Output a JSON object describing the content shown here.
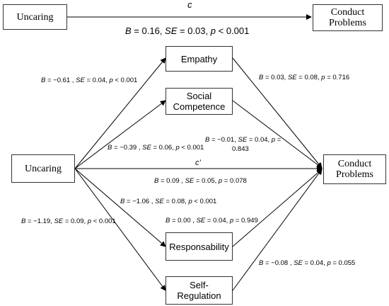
{
  "top": {
    "predictor": "Uncaring",
    "outcome_line1": "Conduct",
    "outcome_line2": "Problems",
    "path_label": "c",
    "stats": {
      "b_val": "0.16",
      "se_val": "0.03",
      "p_val": "< 0.001"
    }
  },
  "bottom": {
    "predictor": "Uncaring",
    "outcome_line1": "Conduct",
    "outcome_line2": "Problems",
    "mediators": [
      {
        "line1": "Empathy",
        "line2": ""
      },
      {
        "line1": "Social",
        "line2": "Competence"
      },
      {
        "line1": "Responsability",
        "line2": ""
      },
      {
        "line1": "Self-",
        "line2": "Regulation"
      }
    ],
    "direct_label": "c’",
    "a_paths": [
      {
        "b": "−0.61 ,",
        "se": "0.04,",
        "p": "< 0.001"
      },
      {
        "b": "−0.39 ,",
        "se": "0.06,",
        "p": "< 0.001"
      },
      {
        "b": "−1.06 ,",
        "se": "0.08,",
        "p": "< 0.001"
      },
      {
        "b": "−1.19,",
        "se": "0.09,",
        "p": "< 0.001"
      }
    ],
    "b_paths": [
      {
        "b": "0.03,",
        "se": "0.08,",
        "p": "= 0.716"
      },
      {
        "b": "−0.01,",
        "se": "0.04,",
        "p": "=",
        "p2": "0.843"
      },
      {
        "b": "0.00 ,",
        "se": "0.04,",
        "p": "= 0.949"
      },
      {
        "b": "−0.08 ,",
        "se": "0.04,",
        "p": "= 0.055"
      }
    ],
    "direct": {
      "b": "0.09 ,",
      "se": "0.05,",
      "p": "= 0.078"
    }
  }
}
